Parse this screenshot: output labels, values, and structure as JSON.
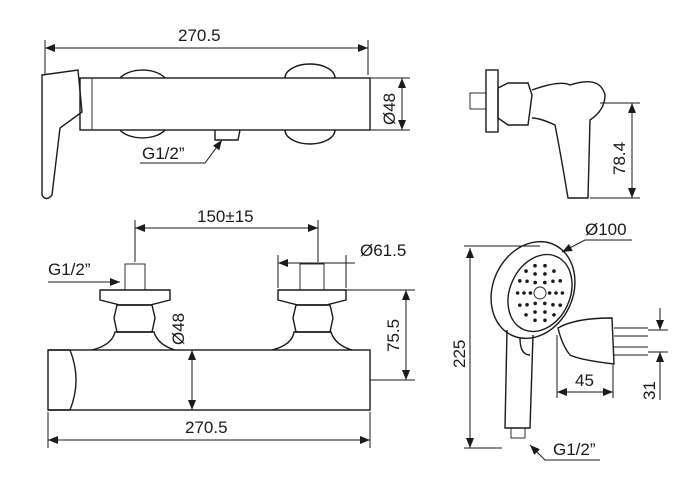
{
  "dimensions": {
    "top_width": "270.5",
    "top_diameter": "Ø48",
    "top_inlet_thread": "G1/2”",
    "side_depth": "78.4",
    "centers": "150±15",
    "flange_diameter": "Ø61.5",
    "inlet_thread": "G1/2”",
    "body_diameter": "Ø48",
    "height": "75.5",
    "bottom_width": "270.5",
    "head_diameter": "Ø100",
    "handshower_length": "225",
    "holder_depth": "45",
    "holder_pins": "31",
    "hose_thread": "G1/2”"
  }
}
